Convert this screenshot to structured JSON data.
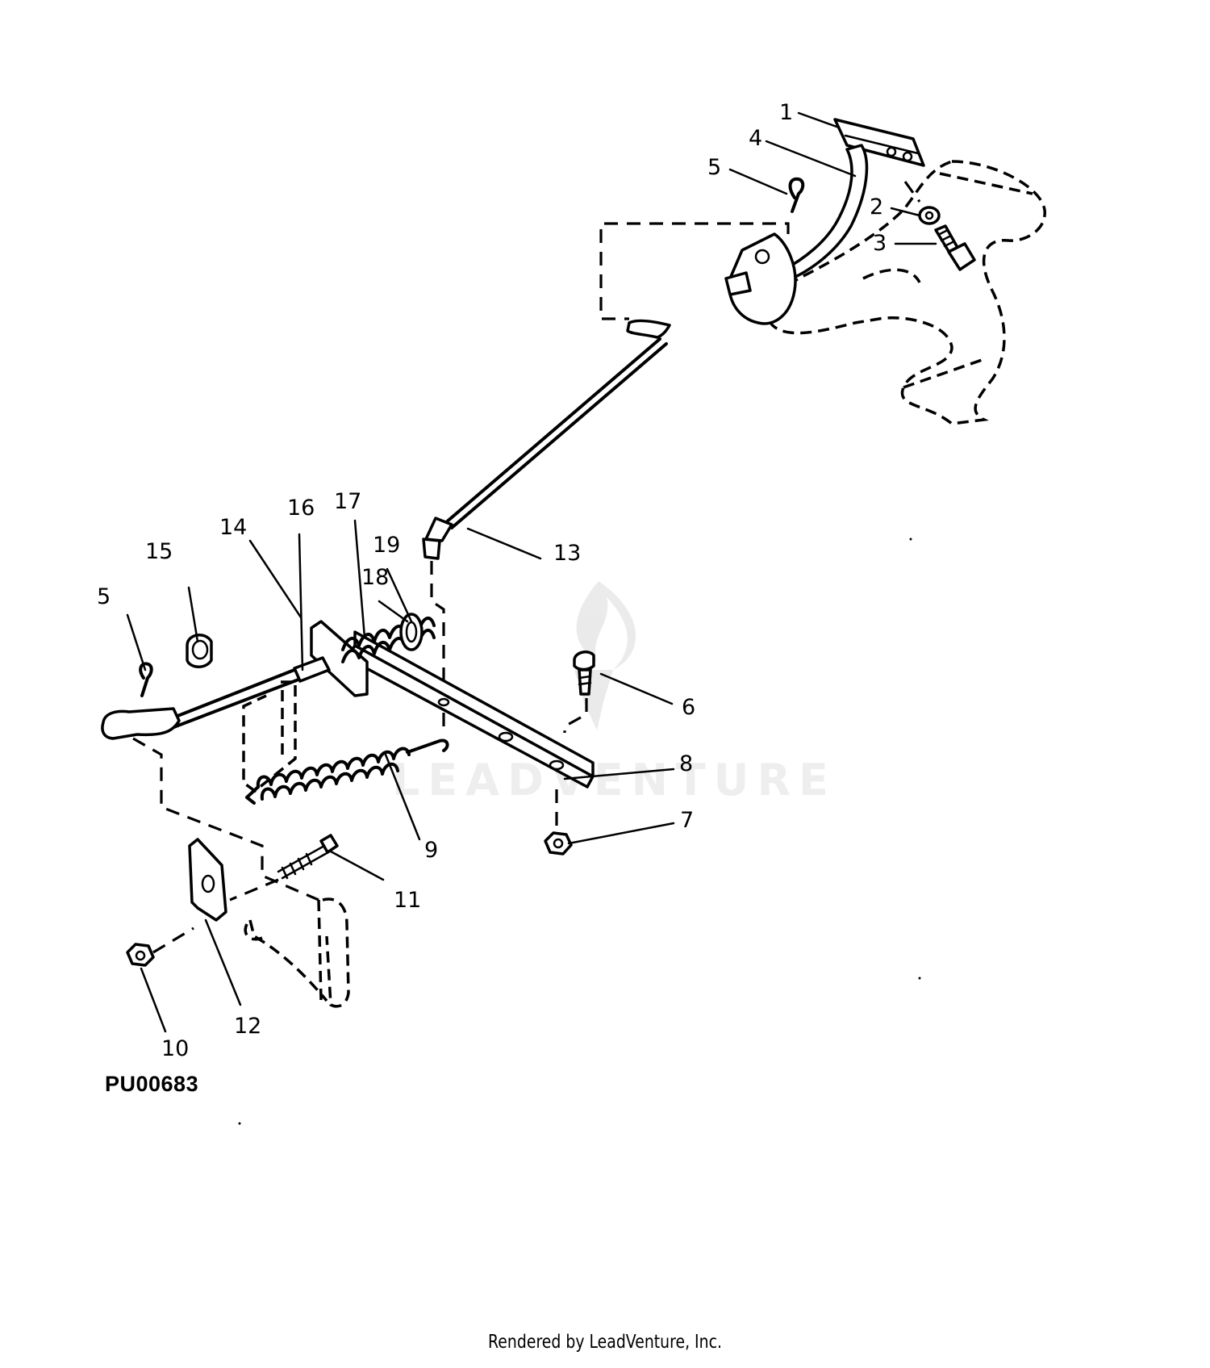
{
  "diagram": {
    "code": "PU00683",
    "credit": "Rendered by LeadVenture, Inc.",
    "watermark_text": "LEADVENTURE",
    "callouts": {
      "c1": "1",
      "c2": "2",
      "c3": "3",
      "c4": "4",
      "c5a": "5",
      "c5b": "5",
      "c6": "6",
      "c7": "7",
      "c8": "8",
      "c9": "9",
      "c10": "10",
      "c11": "11",
      "c12": "12",
      "c13": "13",
      "c14": "14",
      "c15": "15",
      "c16": "16",
      "c17": "17",
      "c18": "18",
      "c19": "19"
    }
  }
}
